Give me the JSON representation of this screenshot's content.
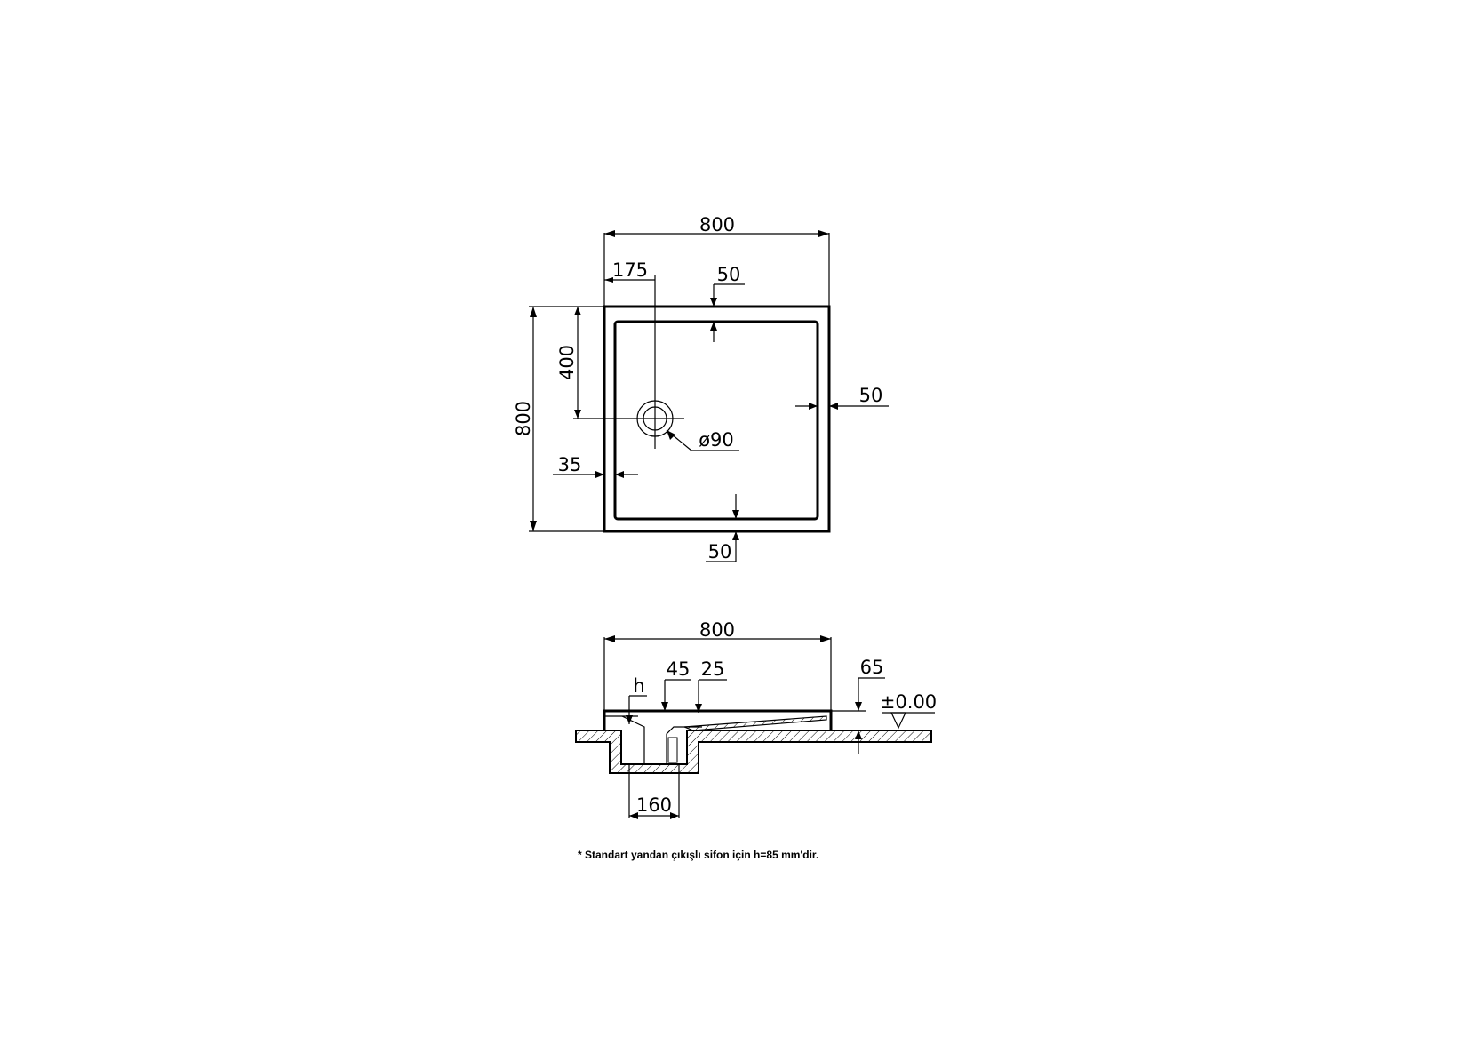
{
  "plan_view": {
    "width_label": "800",
    "height_label": "800",
    "drain_offset_x_label": "175",
    "drain_offset_y_label": "400",
    "rim_top_label": "50",
    "rim_right_label": "50",
    "rim_bottom_label": "50",
    "rim_left_label": "35",
    "drain_diameter_label": "ø90"
  },
  "section_view": {
    "width_label": "800",
    "dim_45_label": "45",
    "dim_25_label": "25",
    "height_label": "65",
    "level_label": "±0.00",
    "h_label": "h",
    "pit_width_label": "160"
  },
  "note": "* Standart yandan çıkışlı sifon için h=85 mm'dir.",
  "colors": {
    "line": "#000000",
    "background": "#ffffff"
  }
}
